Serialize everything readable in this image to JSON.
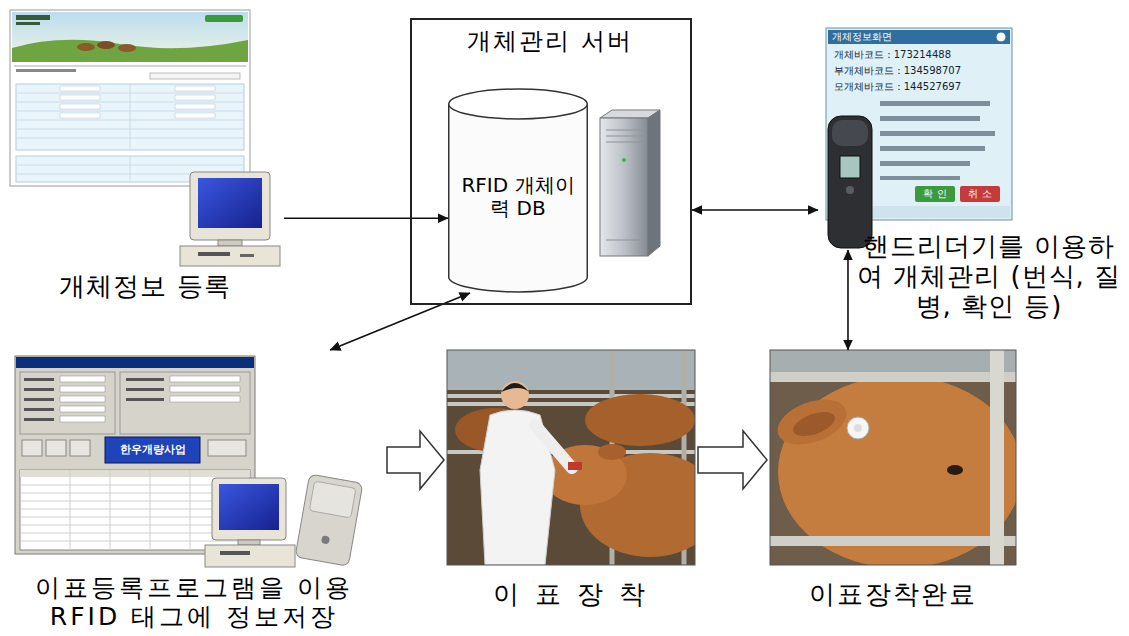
{
  "diagram": {
    "nodes": [
      {
        "text": [
          "개체정보 등록"
        ]
      },
      {
        "text": [
          "개체관리 서버"
        ]
      },
      {
        "text": [
          "RFID 개체이력 DB"
        ],
        "in": 1
      },
      {
        "text": [
          "핸드리더기를 이용하여 개체관리 (번식, 질병, 확인 등)"
        ]
      },
      {
        "text": [
          "이표등록프로그램을 이용 RFID 태그에 정보저장"
        ]
      },
      {
        "text": [
          "이 표 장 착"
        ]
      },
      {
        "text": [
          "이표장착완료"
        ]
      }
    ],
    "edges": [
      {
        "from": 0,
        "to": 2,
        "arrow": "to"
      },
      {
        "from": 4,
        "to": 2,
        "arrow": "both"
      },
      {
        "from": 1,
        "to": 3,
        "arrow": "both"
      },
      {
        "from": 3,
        "to": 6,
        "arrow": "both"
      },
      {
        "from": 4,
        "to": 5,
        "arrow": "to"
      },
      {
        "from": 5,
        "to": 6,
        "arrow": "to"
      }
    ],
    "labels": [
      "개체정보화면",
      "개체바코드 : 173214488",
      "부개체바코드 : 134598707",
      "모개체바코드 : 144527697",
      "확 인",
      "취 소",
      "한우개량사업"
    ]
  }
}
